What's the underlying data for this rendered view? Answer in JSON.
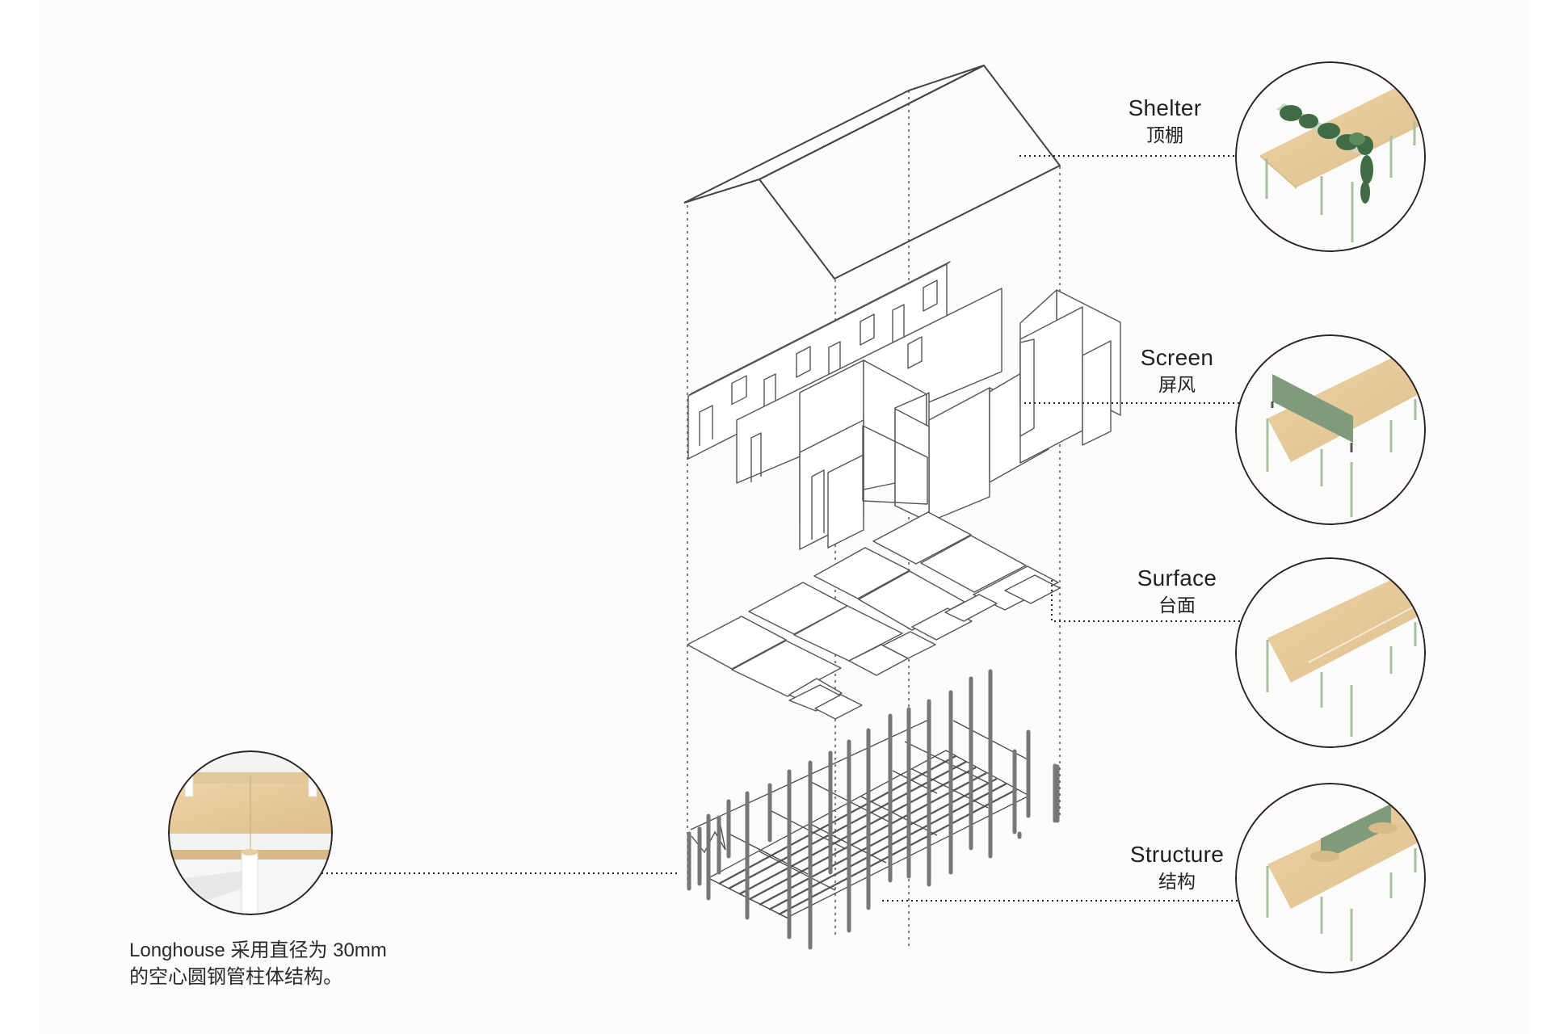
{
  "layers": [
    {
      "id": "shelter",
      "label_en": "Shelter",
      "label_zh": "顶棚",
      "thumbnail": "desk-with-planter-icon"
    },
    {
      "id": "screen",
      "label_en": "Screen",
      "label_zh": "屏风",
      "thumbnail": "desk-with-felt-screen-icon"
    },
    {
      "id": "surface",
      "label_en": "Surface",
      "label_zh": "台面",
      "thumbnail": "desk-surface-icon"
    },
    {
      "id": "structure",
      "label_en": "Structure",
      "label_zh": "结构",
      "thumbnail": "desk-structure-icon"
    }
  ],
  "detail": {
    "thumbnail": "steel-tube-column-detail-icon",
    "caption_line1": "Longhouse 采用直径为 30mm",
    "caption_line2": "的空心圆钢管柱体结构。"
  },
  "colors": {
    "line": "#3a3a3a",
    "wood": "#e6c99a",
    "leg_green": "#a9c0a0",
    "felt_green": "#7f9b7c",
    "plant_green": "#3f6b45",
    "circle_stroke": "#2b2321"
  }
}
